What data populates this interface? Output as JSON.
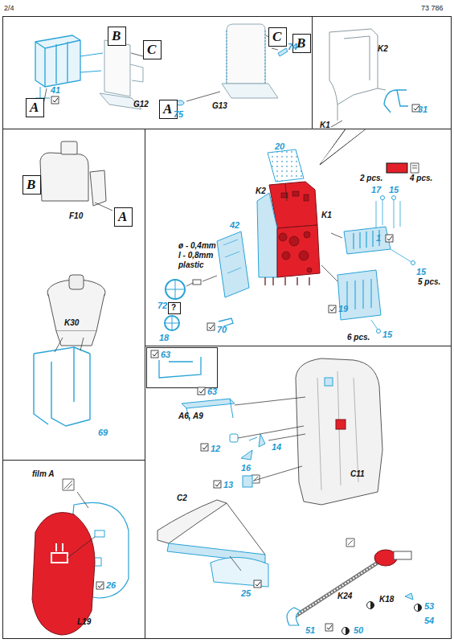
{
  "diagram": {
    "nodes": [
      {
        "text": [
          "B"
        ]
      },
      {
        "text": [
          "C"
        ]
      },
      {
        "text": [
          "A"
        ]
      },
      {
        "text": [
          "C"
        ]
      },
      {
        "text": [
          "B"
        ]
      },
      {
        "text": [
          "A"
        ]
      },
      {
        "text": [
          "B"
        ]
      },
      {
        "text": [
          "A"
        ]
      },
      {
        "text": [
          "?"
        ]
      }
    ],
    "labels": [
      "2/4",
      "73 786",
      "41",
      "G12",
      "74",
      "75",
      "G13",
      "K2",
      "K1",
      "31",
      "20",
      "K2",
      "K1",
      "2 pcs.",
      "4 pcs.",
      "17",
      "15",
      "1",
      "15",
      "5 pcs.",
      "ø - 0,4mm",
      "l - 0,8mm",
      "plastic",
      "42",
      "72",
      "18",
      "70",
      "19",
      "6 pcs.",
      "15",
      "F10",
      "K30",
      "69",
      "63",
      "A6, A9",
      "63",
      "14",
      "12",
      "16",
      "13",
      "C11",
      "film A",
      "C2",
      "25",
      "26",
      "L19",
      "K24",
      "K18",
      "51",
      "50",
      "53",
      "54"
    ]
  }
}
